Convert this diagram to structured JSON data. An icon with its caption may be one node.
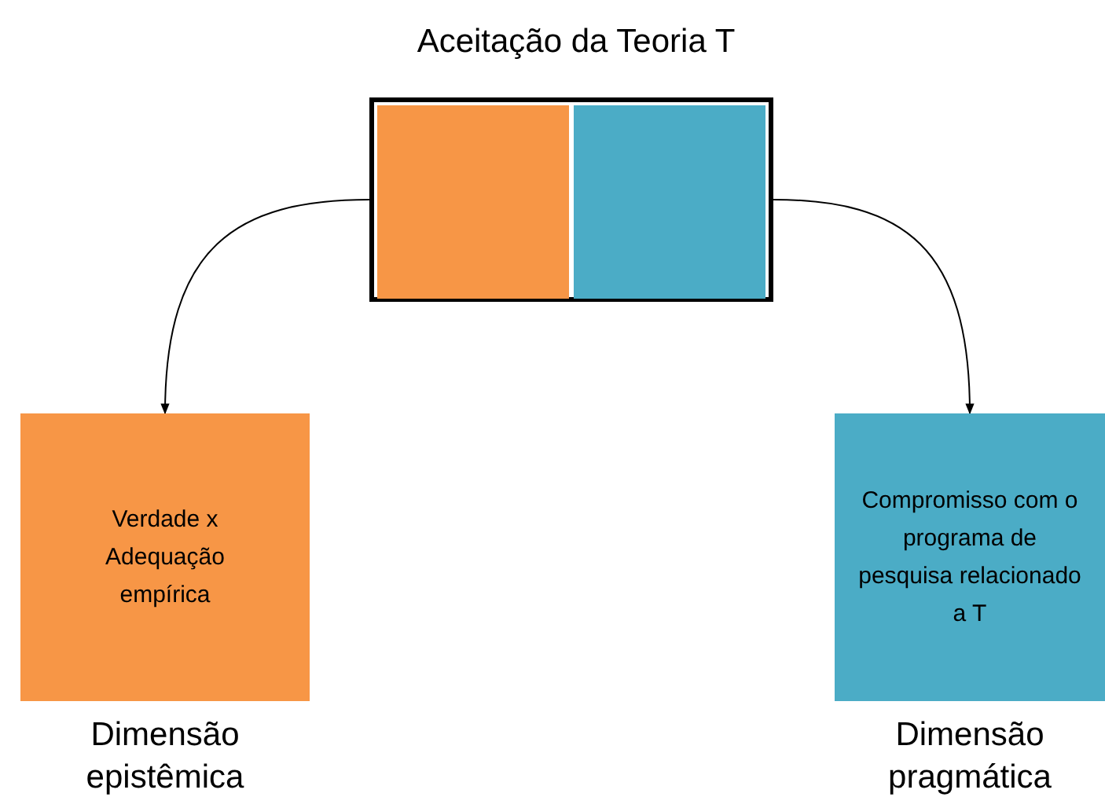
{
  "diagram": {
    "nodes": [
      {
        "text": [
          "Aceitação da Teoria T"
        ]
      },
      {
        "text": [],
        "shape": "box",
        "in": 0
      },
      {
        "text": [],
        "shape": "box",
        "in": 0
      },
      {
        "text": [
          "Verdade x Adequação empírica"
        ],
        "beside": [
          "Dimensão epistêmica"
        ]
      },
      {
        "text": [
          "Compromisso com o programa de pesquisa relacionado a T"
        ],
        "beside": [
          "Dimensão pragmática"
        ]
      }
    ],
    "edges": [
      {
        "from": 0,
        "to": 3,
        "arrow": "to"
      },
      {
        "from": 0,
        "to": 4,
        "arrow": "to"
      }
    ]
  }
}
